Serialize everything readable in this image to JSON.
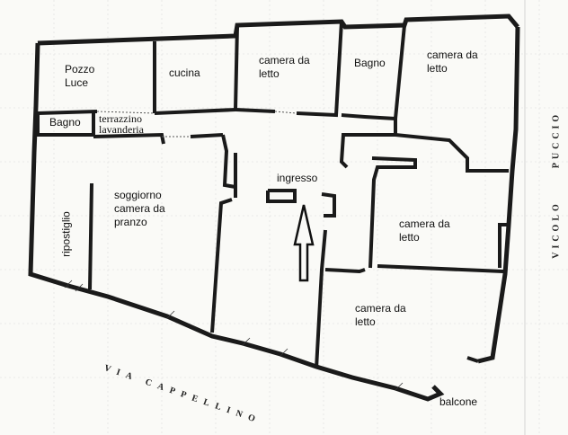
{
  "rooms": {
    "pozzo_luce": "Pozzo\nLuce",
    "cucina": "cucina",
    "bagno_left": "Bagno",
    "terrazzino": "terrazzino\nlavanderia",
    "camera_1": "camera da\nletto",
    "bagno_top": "Bagno",
    "camera_2": "camera da\nletto",
    "ripostiglio": "ripostiglio",
    "soggiorno": "soggiorno\ncamera da\npranzo",
    "ingresso": "ingresso",
    "camera_3": "camera da\nletto",
    "camera_4": "camera da\nletto",
    "balcone": "balcone"
  },
  "streets": {
    "via_cappellino": "VIA CAPPELLINO",
    "vicolo_puccio_1": "PUCCIO",
    "vicolo_puccio_2": "VICOLO"
  },
  "colors": {
    "wall": "#1a1a1a",
    "grid": "#d8d8d8",
    "paper": "#fafaf7"
  }
}
